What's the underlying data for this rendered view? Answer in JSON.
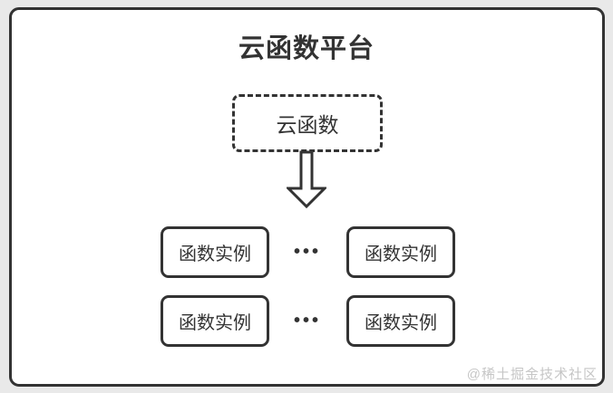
{
  "colors": {
    "page_background": "#e9e9e9",
    "card_background": "#ffffff",
    "stroke": "#333333",
    "text": "#333333",
    "watermark": "#c6c6c6"
  },
  "diagram": {
    "title": "云函数平台",
    "cloud_function": {
      "label": "云函数"
    },
    "arrow_icon": "down-arrow",
    "instances": [
      {
        "label": "函数实例"
      },
      {
        "label": "函数实例"
      },
      {
        "label": "函数实例"
      },
      {
        "label": "函数实例"
      }
    ],
    "ellipsis": "•••"
  },
  "watermark": {
    "text": "@稀土掘金技术社区"
  }
}
